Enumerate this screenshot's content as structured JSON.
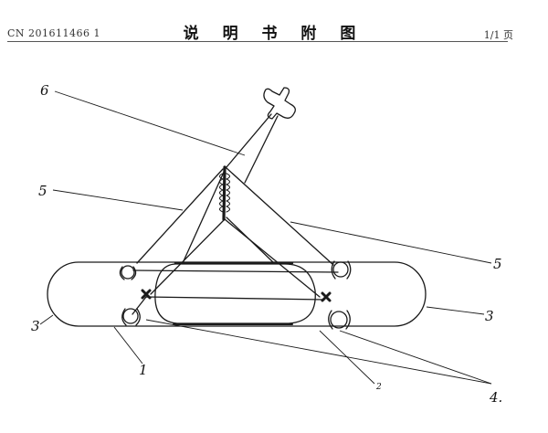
{
  "header": {
    "publication_number": "CN 201611466 1",
    "title": "说 明 书 附 图",
    "page_indicator": "1/1 页"
  },
  "figure": {
    "reference_labels": {
      "label_6": "6",
      "label_5_left": "5",
      "label_5_right": "5",
      "label_3_left": "3",
      "label_3_right": "3",
      "label_1": "1",
      "label_2": "2",
      "label_4": "4."
    }
  }
}
